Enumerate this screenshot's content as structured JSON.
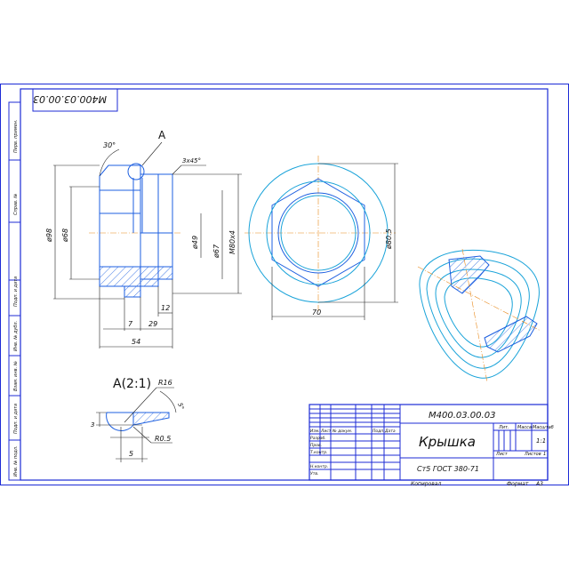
{
  "drawing": {
    "rotated_code": "M400.03.00.03",
    "left_strip": [
      "Перв. примен.",
      "Справ. №",
      "Подп. и дата",
      "Инв. № дубл.",
      "Взам. инв. №",
      "Подп. и дата",
      "Инв. № подл."
    ],
    "callout_label": "A",
    "detail_label": "A(2:1)",
    "front_view_dims": {
      "angle": "30°",
      "chamfer": "3x45°",
      "d98": "ø98",
      "d68": "ø68",
      "d49": "ø49",
      "d67": "ø67",
      "thread": "M80x4",
      "w7": "7",
      "w29": "29",
      "w12": "12",
      "w54": "54"
    },
    "side_view_dims": {
      "across_flats": "70",
      "d80_5": "ø80.5"
    },
    "detail_dims": {
      "r16": "R16",
      "r05": "R0.5",
      "h3": "3",
      "w5": "5",
      "angle": "5°"
    }
  },
  "title_block": {
    "code": "M400.03.00.03",
    "name": "Крышка",
    "material": "Ст5 ГОСТ 380-71",
    "header_lit": "Лит.",
    "header_mass": "Масса",
    "header_scale": "Масштаб",
    "scale_value": "1:1",
    "sheet_label": "Лист",
    "sheets_label": "Листов",
    "sheets_value": "1",
    "rows": [
      "Изм. Лист",
      "№ докум.",
      "Подп.",
      "Дата"
    ],
    "row_labels": [
      "Разраб.",
      "Пров.",
      "Т.контр.",
      "",
      "Н.контр.",
      "Утв."
    ],
    "copied_label": "Копировал",
    "format_label": "Формат",
    "format_value": "A3"
  }
}
